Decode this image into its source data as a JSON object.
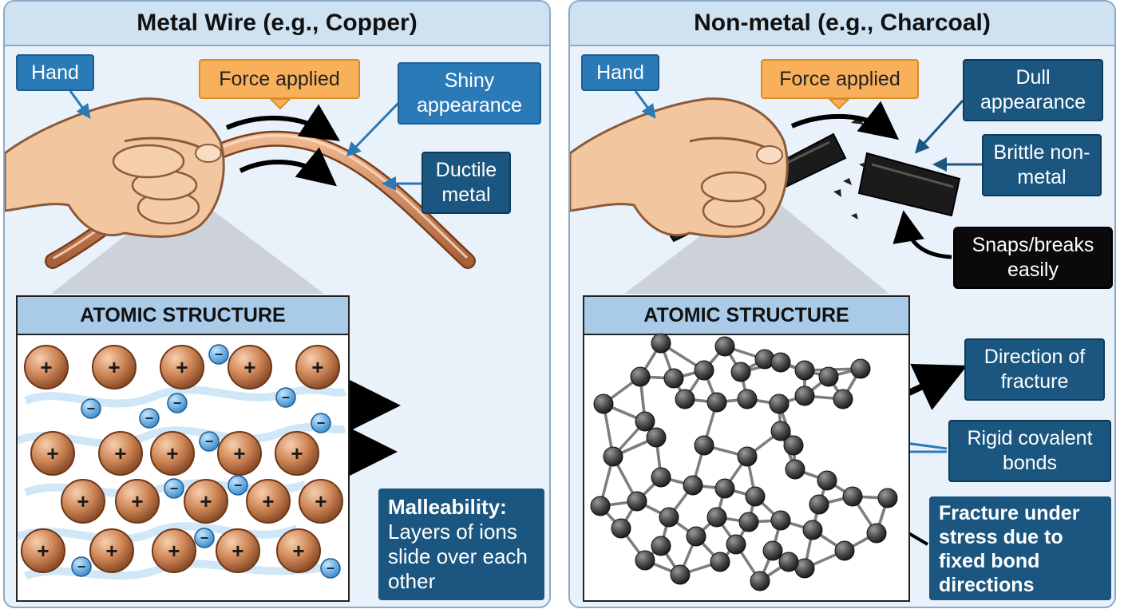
{
  "left": {
    "title": "Metal Wire (e.g., Copper)",
    "hand_label": "Hand",
    "force_label": "Force applied",
    "shiny_label": "Shiny appearance",
    "ductile_label": "Ductile metal",
    "structure_title": "ATOMIC STRUCTURE",
    "ion_symbol": "+",
    "electron_symbol": "−",
    "malleability_title": "Malleability:",
    "malleability_text": "Layers of ions slide over each other"
  },
  "right": {
    "title": "Non-metal (e.g., Charcoal)",
    "hand_label": "Hand",
    "force_label": "Force applied",
    "dull_label": "Dull appearance",
    "brittle_label": "Brittle non-metal",
    "snaps_label": "Snaps/breaks easily",
    "structure_title": "ATOMIC STRUCTURE",
    "direction_label": "Direction of fracture",
    "rigid_label": "Rigid covalent bonds",
    "fracture_label": "Fracture under stress due to fixed bond directions"
  },
  "colors": {
    "panel_bg": "#e9f2fa",
    "header_bg": "#cfe2f1",
    "label_blue": "#2b7ab8",
    "label_dark": "#1a567f",
    "label_orange": "#f8b15a",
    "copper": "#d08a5c",
    "carbon_atom": "#555555",
    "electron": "#4a9ad8"
  }
}
